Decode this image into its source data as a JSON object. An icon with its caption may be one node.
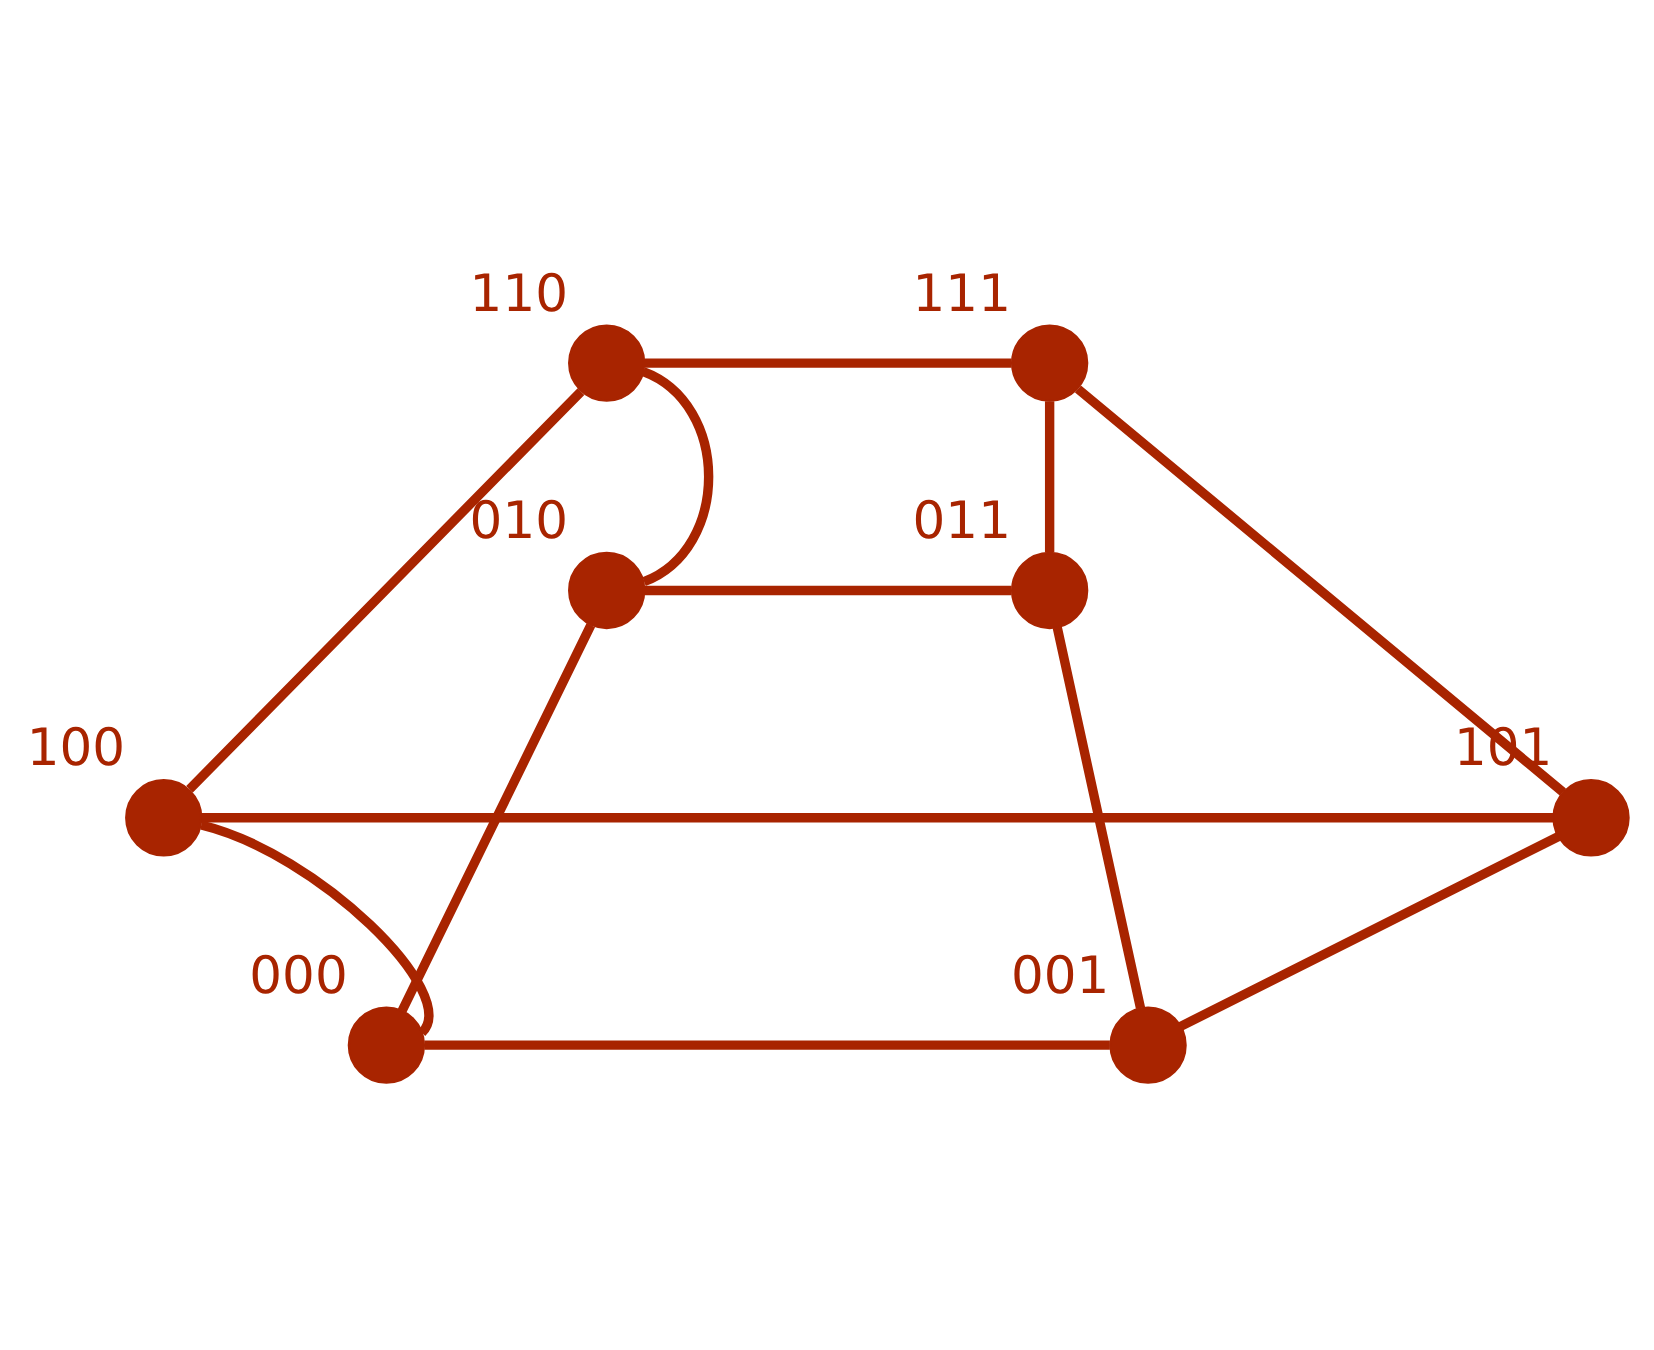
{
  "diagram": {
    "nodes": [
      {
        "text": [],
        "shape": "circle",
        "beside": [
          "110"
        ]
      },
      {
        "text": [],
        "shape": "circle",
        "beside": [
          "111"
        ]
      },
      {
        "text": [],
        "shape": "circle",
        "beside": [
          "010"
        ]
      },
      {
        "text": [],
        "shape": "circle",
        "beside": [
          "011"
        ]
      },
      {
        "text": [],
        "shape": "circle",
        "beside": [
          "100"
        ]
      },
      {
        "text": [],
        "shape": "circle",
        "beside": [
          "101"
        ]
      },
      {
        "text": [],
        "shape": "circle",
        "beside": [
          "000"
        ]
      },
      {
        "text": [],
        "shape": "circle",
        "beside": [
          "001"
        ]
      }
    ],
    "edges": [
      {
        "from": 0,
        "to": 1,
        "arrow": "none"
      },
      {
        "from": 0,
        "to": 2,
        "arrow": "none"
      },
      {
        "from": 0,
        "to": 4,
        "arrow": "none"
      },
      {
        "from": 1,
        "to": 3,
        "arrow": "none"
      },
      {
        "from": 1,
        "to": 5,
        "arrow": "none"
      },
      {
        "from": 2,
        "to": 3,
        "arrow": "none"
      },
      {
        "from": 2,
        "to": 6,
        "arrow": "none"
      },
      {
        "from": 3,
        "to": 7,
        "arrow": "none"
      },
      {
        "from": 4,
        "to": 5,
        "arrow": "none"
      },
      {
        "from": 4,
        "to": 6,
        "arrow": "none"
      },
      {
        "from": 5,
        "to": 7,
        "arrow": "none"
      },
      {
        "from": 6,
        "to": 7,
        "arrow": "none"
      }
    ]
  }
}
